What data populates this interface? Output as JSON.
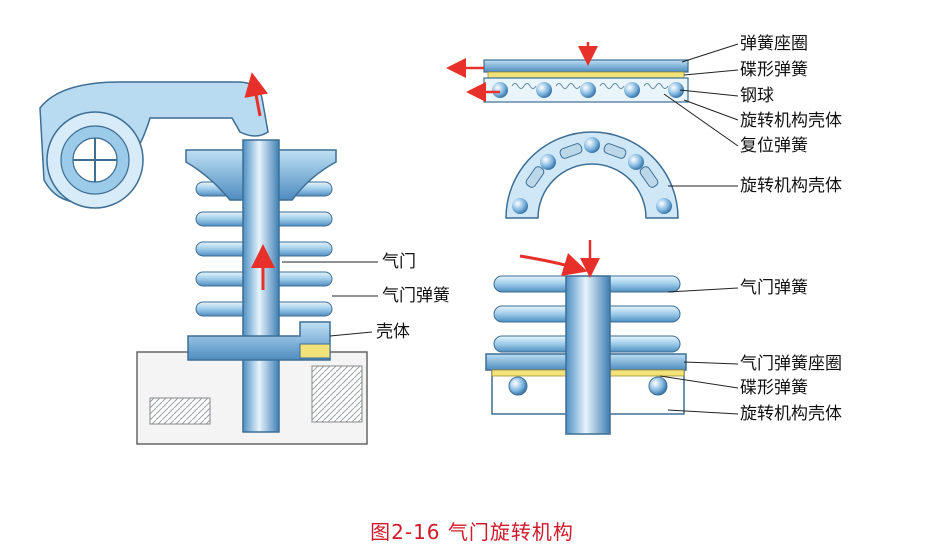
{
  "labels": {
    "spring_seat_ring": "弹簧座圈",
    "disc_spring_top": "碟形弹簧",
    "steel_ball": "钢球",
    "rotator_housing_top": "旋转机构壳体",
    "return_spring": "复位弹簧",
    "rotator_housing_mid": "旋转机构壳体",
    "valve": "气门",
    "valve_spring_left": "气门弹簧",
    "housing_left": "壳体",
    "valve_spring_right": "气门弹簧",
    "valve_spring_seat_ring": "气门弹簧座圈",
    "disc_spring_bottom": "碟形弹簧",
    "rotator_housing_bottom": "旋转机构壳体"
  },
  "caption": "图2-16 气门旋转机构",
  "colors": {
    "metal_blue": "#8fc3e6",
    "metal_light": "#d9eef9",
    "metal_dark": "#3d7fb3",
    "arrow_red": "#e8302a",
    "caption_red": "#d01a2a",
    "disc_yellow": "#f2e27a"
  }
}
